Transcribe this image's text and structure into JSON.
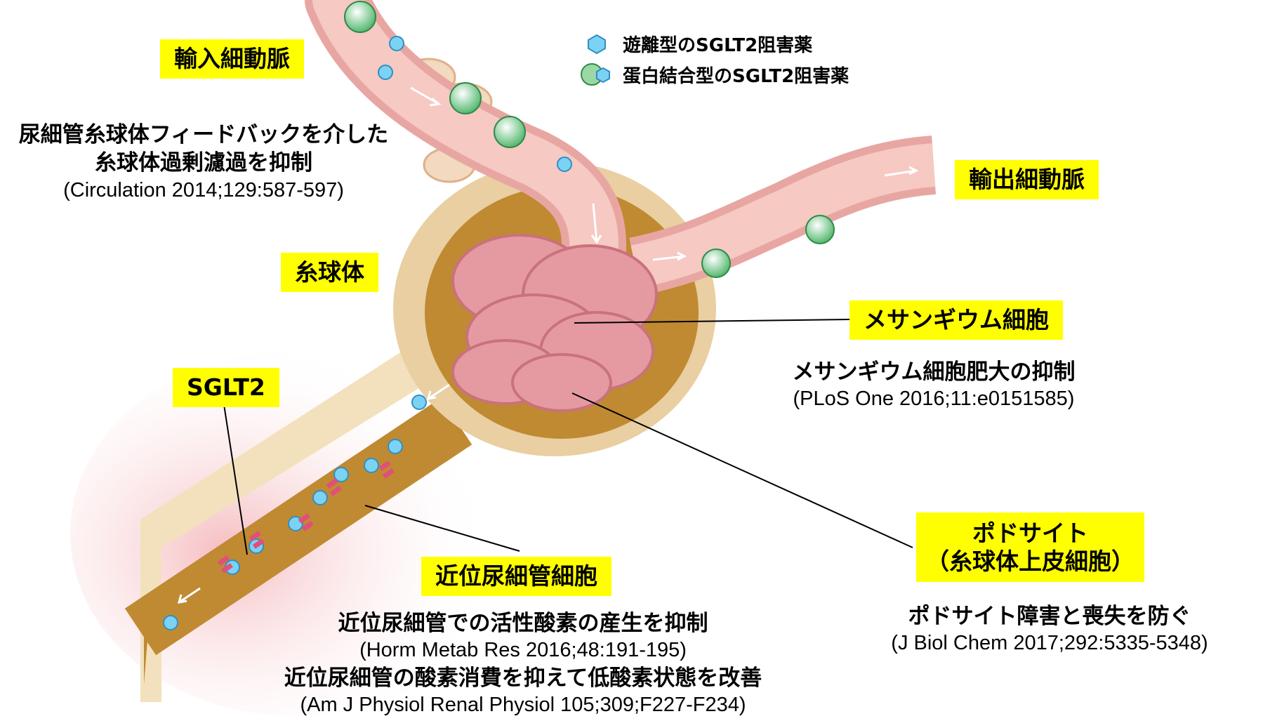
{
  "legend": {
    "free_drug": "遊離型のSGLT2阻害薬",
    "bound_drug": "蛋白結合型のSGLT2阻害薬"
  },
  "labels": {
    "afferent": "輸入細動脈",
    "efferent": "輸出細動脈",
    "glomerulus": "糸球体",
    "sglt2": "SGLT2",
    "mesangial": "メサンギウム細胞",
    "podocyte_line1": "ポドサイト",
    "podocyte_line2": "（糸球体上皮細胞）",
    "proximal": "近位尿細管細胞"
  },
  "notes": {
    "tgf_line1": "尿細管糸球体フィードバックを介した",
    "tgf_line2": "糸球体過剰濾過を抑制",
    "tgf_ref": "(Circulation 2014;129:587-597)",
    "mesangial_text": "メサンギウム細胞肥大の抑制",
    "mesangial_ref": "(PLoS One 2016;11:e0151585)",
    "podocyte_text": "ポドサイト障害と喪失を防ぐ",
    "podocyte_ref": "(J Biol Chem 2017;292:5335-5348)",
    "proximal_text1": "近位尿細管での活性酸素の産生を抑制",
    "proximal_ref1": "(Horm Metab Res 2016;48:191-195)",
    "proximal_text2": "近位尿細管の酸素消費を抑えて低酸素状態を改善",
    "proximal_ref2": "(Am J Physiol Renal Physiol 105;309;F227-F234)"
  },
  "colors": {
    "highlight": "#ffff00",
    "vessel": "#f2b8b2",
    "capsule": "#e9cfa2",
    "lumen": "#c08a32",
    "tuft": "#e59aa2",
    "free_drug": "#4fb3e3",
    "bound_drug": "#54b86e",
    "transporter": "#e0507a"
  }
}
